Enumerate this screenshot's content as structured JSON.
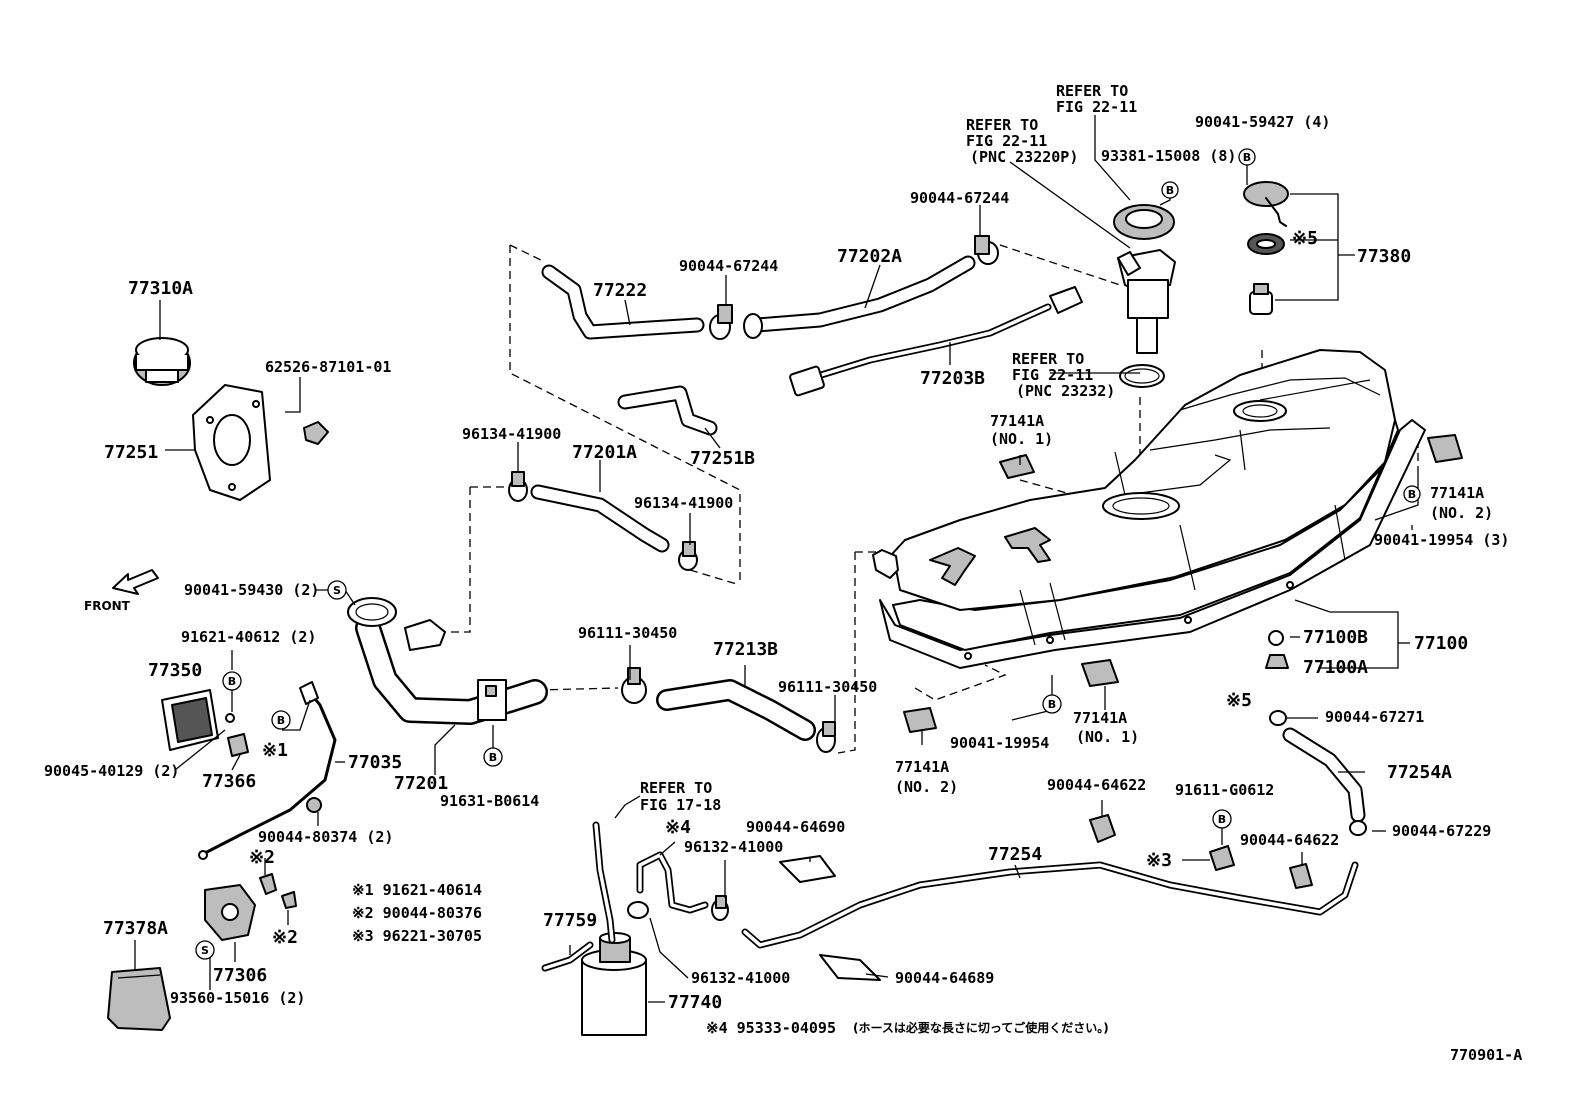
{
  "labels": {
    "refer_fig_22_11_top": [
      "REFER TO",
      "FIG 22-11"
    ],
    "refer_fig_22_11_pnc_23220p": [
      "REFER TO",
      "FIG 22-11",
      "(PNC 23220P)"
    ],
    "refer_fig_22_11_pnc_23232": [
      "REFER TO",
      "FIG 22-11",
      "(PNC 23232)"
    ],
    "refer_fig_17_18": [
      "REFER TO",
      "FIG 17-18"
    ],
    "p_90041_59427": "90041-59427 (4)",
    "p_93381_15008": "93381-15008 (8)",
    "p_90044_67244_a": "90044-67244",
    "p_90044_67244_b": "90044-67244",
    "p_77202a": "77202A",
    "p_77222": "77222",
    "p_77310a": "77310A",
    "p_62526_87101_01": "62526-87101-01",
    "p_77251": "77251",
    "p_77203b": "77203B",
    "p_77251b": "77251B",
    "p_77380": "77380",
    "mark_5_top": "※5",
    "p_77141a_no1_top": [
      "77141A",
      "(NO. 1)"
    ],
    "p_77141a_no2_right": [
      "77141A",
      "(NO. 2)"
    ],
    "p_90041_19954_3": "90041-19954 (3)",
    "p_96134_41900_a": "96134-41900",
    "p_77201a": "77201A",
    "p_96134_41900_b": "96134-41900",
    "p_front": "FRONT",
    "p_90041_59430": "90041-59430 (2)",
    "p_91621_40612": "91621-40612 (2)",
    "p_77350": "77350",
    "p_90045_40129": "90045-40129 (2)",
    "p_77366": "77366",
    "mark_1": "※1",
    "p_77035": "77035",
    "p_77201": "77201",
    "p_91631_b0614": "91631-B0614",
    "p_96111_30450_a": "96111-30450",
    "p_77213b": "77213B",
    "p_96111_30450_b": "96111-30450",
    "p_77100b": "77100B",
    "p_77100a": "77100A",
    "p_77100": "77100",
    "p_77141a_no2_bottom": [
      "77141A",
      "(NO. 2)"
    ],
    "p_90041_19954": "90041-19954",
    "p_77141a_no1_bottom": [
      "77141A",
      "(NO. 1)"
    ],
    "mark_5_bottom": "※5",
    "p_90044_67271": "90044-67271",
    "p_77254a": "77254A",
    "p_90044_80374": "90044-80374 (2)",
    "mark_2_a": "※2",
    "mark_2_b": "※2",
    "legend_1": "※1 91621-40614",
    "legend_2": "※2 90044-80376",
    "legend_3": "※3 96221-30705",
    "p_77378a": "77378A",
    "p_77306": "77306",
    "p_93560_15016": "93560-15016 (2)",
    "mark_4": "※4",
    "p_96132_41000_a": "96132-41000",
    "p_90044_64690": "90044-64690",
    "p_77759": "77759",
    "p_96132_41000_b": "96132-41000",
    "p_77740": "77740",
    "p_90044_64689": "90044-64689",
    "legend_4": "※4 95333-04095",
    "legend_4_note": "(ホースは必要な長さに切ってご使用ください。)",
    "p_77254": "77254",
    "p_90044_64622_a": "90044-64622",
    "p_91611_g0612": "91611-G0612",
    "mark_3": "※3",
    "p_90044_64622_b": "90044-64622",
    "p_90044_67229": "90044-67229",
    "figure_id": "770901-A"
  },
  "markers": {
    "b": "B",
    "s": "S"
  }
}
